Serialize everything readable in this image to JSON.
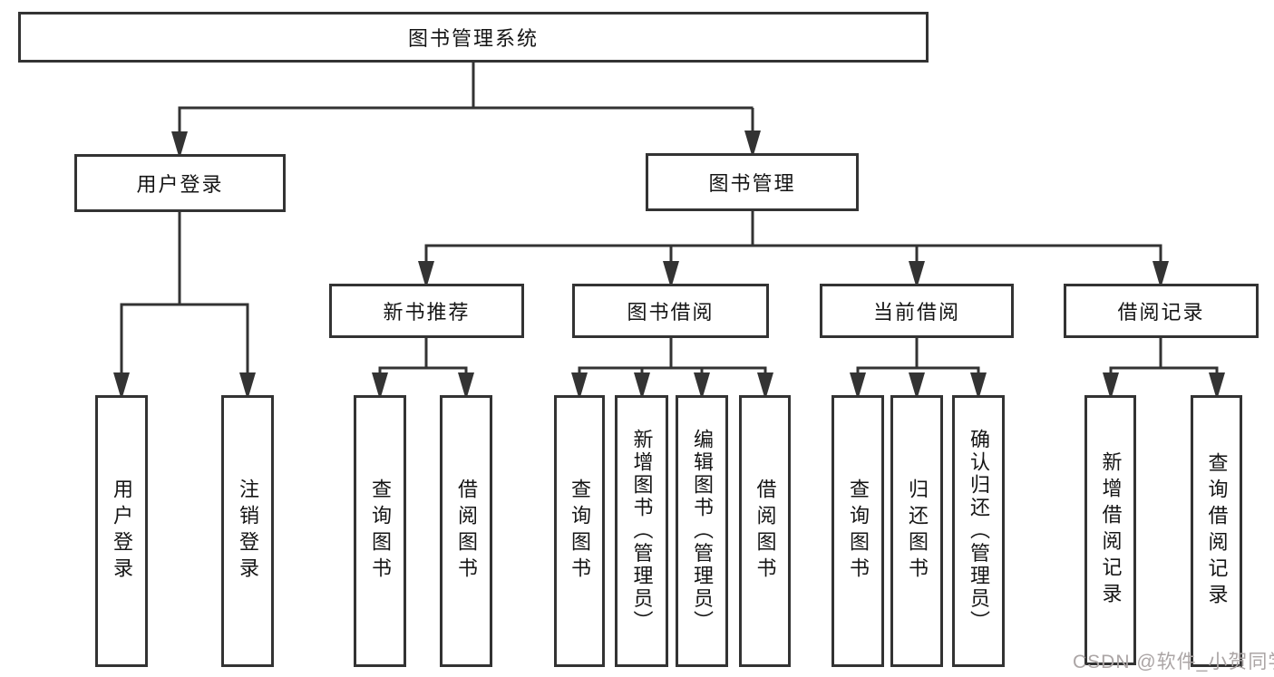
{
  "tree": {
    "label": "图书管理系统",
    "children": [
      {
        "label": "用户登录",
        "children": [
          {
            "label": "用户登录"
          },
          {
            "label": "注销登录"
          }
        ]
      },
      {
        "label": "图书管理",
        "children": [
          {
            "label": "新书推荐",
            "children": [
              {
                "label": "查询图书"
              },
              {
                "label": "借阅图书"
              }
            ]
          },
          {
            "label": "图书借阅",
            "children": [
              {
                "label": "查询图书"
              },
              {
                "label": "新增图书（管理员）"
              },
              {
                "label": "编辑图书（管理员）"
              },
              {
                "label": "借阅图书"
              }
            ]
          },
          {
            "label": "当前借阅",
            "children": [
              {
                "label": "查询图书"
              },
              {
                "label": "归还图书"
              },
              {
                "label": "确认归还（管理员）"
              }
            ]
          },
          {
            "label": "借阅记录",
            "children": [
              {
                "label": "新增借阅记录"
              },
              {
                "label": "查询借阅记录"
              }
            ]
          }
        ]
      }
    ]
  },
  "watermark": "CSDN @软件_小贺同学",
  "colors": {
    "line": "#333333",
    "text": "#151515",
    "watermark": "#aba5a5",
    "background": "#ffffff"
  }
}
